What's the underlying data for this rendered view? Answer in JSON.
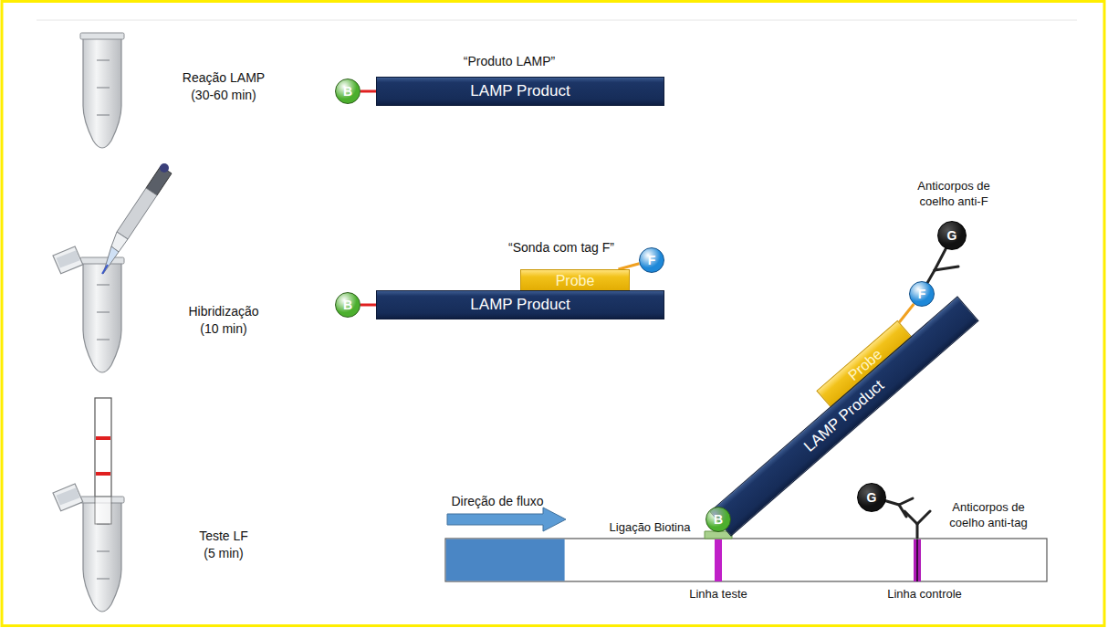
{
  "diagram": {
    "nodes": [
      {
        "text": [
          "B"
        ]
      },
      {
        "text": [
          "LAMP Product"
        ]
      },
      {
        "text": [
          "Probe"
        ]
      },
      {
        "text": [
          "F"
        ]
      },
      {
        "text": [
          "B"
        ]
      },
      {
        "text": [
          "LAMP Product"
        ]
      },
      {
        "text": [
          "G"
        ]
      },
      {
        "text": [
          "F"
        ]
      },
      {
        "text": [
          "Probe"
        ]
      },
      {
        "text": [
          "LAMP Product"
        ]
      },
      {
        "text": [
          "B"
        ]
      },
      {
        "text": [
          "G"
        ]
      }
    ],
    "edges": [
      {
        "from": 0,
        "to": 1,
        "arrow": "none"
      },
      {
        "from": 4,
        "to": 5,
        "arrow": "none"
      },
      {
        "from": 3,
        "to": 2,
        "arrow": "none"
      },
      {
        "from": 7,
        "to": 8,
        "arrow": "none"
      },
      {
        "from": 10,
        "to": 9,
        "arrow": "none"
      }
    ],
    "labels": [
      "“Produto LAMP”",
      "Reação LAMP",
      "(30-60 min)",
      "“Sonda com tag F”",
      "Hibridização",
      "(10 min)",
      "Anticorpos de coelho anti-F",
      "Teste LF",
      "(5 min)",
      "Direção de fluxo",
      "Ligação Biotina",
      "Anticorpos de coelho anti-tag",
      "Linha teste",
      "Linha controle"
    ]
  }
}
